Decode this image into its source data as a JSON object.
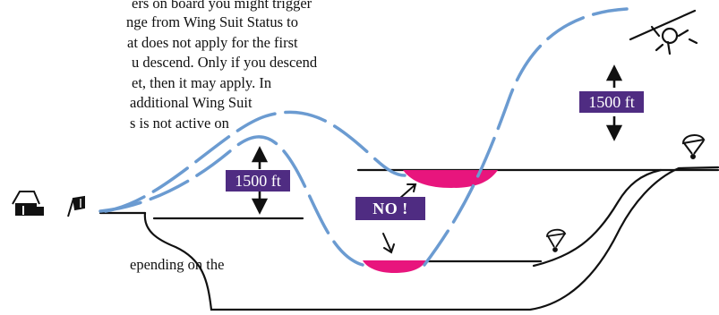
{
  "text_lines": [
    "ers on board you might trigger",
    "nge from Wing Suit Status to",
    "at does not apply for the first",
    "u descend. Only if you descend",
    "et, then it may apply. In",
    "additional Wing Suit",
    "s is not active on",
    "epending on the"
  ],
  "labels": {
    "altitude_right": "1500 ft",
    "altitude_left": "1500 ft",
    "no_label": "NO !"
  },
  "colors": {
    "flight_path": "#6b9bd1",
    "landing_zone": "#e8157d",
    "badge": "#4f2c82",
    "terrain": "#111111"
  },
  "icons": [
    "airplane-icon",
    "parachute-icon",
    "windsock-icon",
    "building-icon"
  ]
}
